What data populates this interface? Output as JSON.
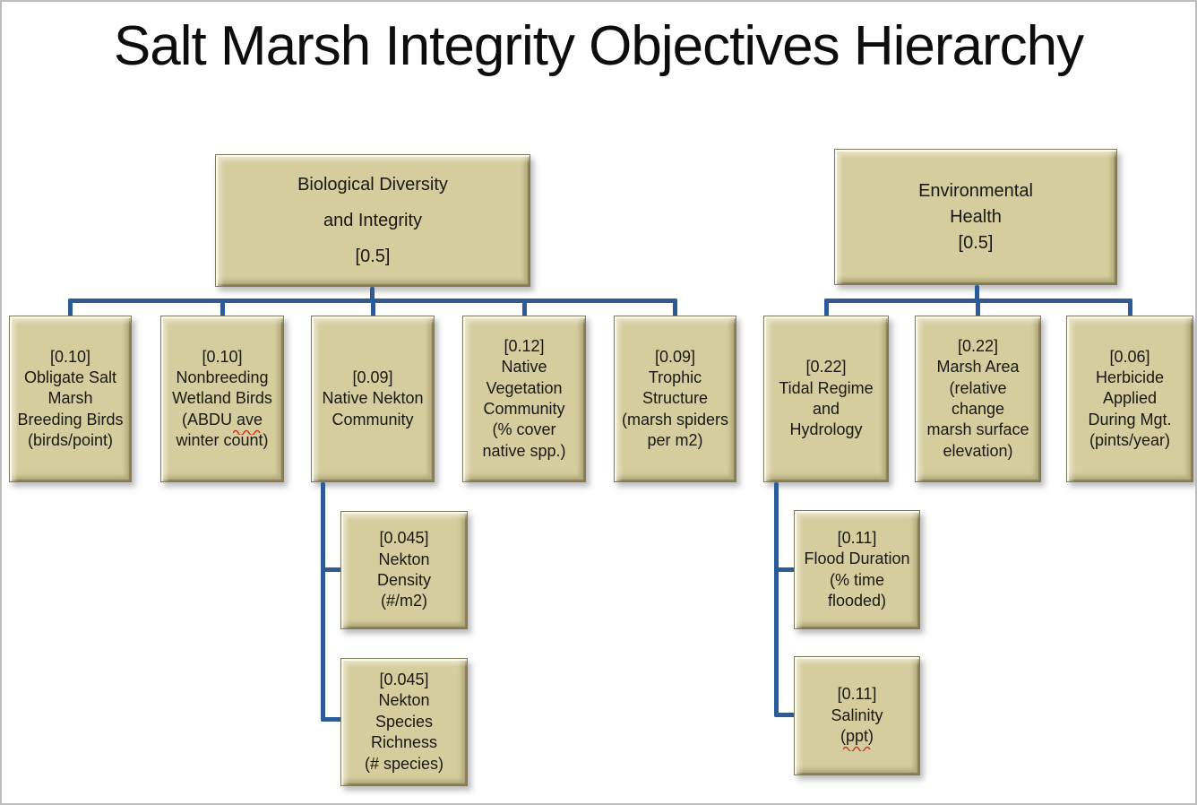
{
  "title": "Salt Marsh Integrity Objectives Hierarchy",
  "colors": {
    "box_fill": "#d5cd9e",
    "box_bevel_light": "#efe9cb",
    "box_bevel_dark": "#908862",
    "box_border": "#7e7958",
    "connector_blue": "#2e5b97",
    "text": "#181810",
    "frame_border": "#bdbdbd",
    "spellcheck_red": "#cc3322"
  },
  "nodes": {
    "biological_diversity": {
      "text": "Biological Diversity\nand Integrity\n[0.5]"
    },
    "environmental_health": {
      "text": "Environmental\nHealth\n[0.5]"
    },
    "obligate_breeding_birds": {
      "text": "[0.10]\nObligate Salt\nMarsh\nBreeding Birds\n(birds/point)"
    },
    "nonbreeding_wetland_birds": {
      "text": "[0.10]\nNonbreeding\nWetland Birds\n(ABDU ave\nwinter count)"
    },
    "native_nekton_community": {
      "text": "[0.09]\nNative Nekton\nCommunity"
    },
    "native_vegetation_community": {
      "text": "[0.12]\nNative\nVegetation\nCommunity\n(% cover\nnative spp.)"
    },
    "trophic_structure": {
      "text": "[0.09]\nTrophic\nStructure\n(marsh spiders\nper m2)"
    },
    "tidal_regime_hydrology": {
      "text": "[0.22]\nTidal Regime\nand\nHydrology"
    },
    "marsh_area": {
      "text": "[0.22]\nMarsh Area\n(relative\nchange\nmarsh surface\nelevation)"
    },
    "herbicide_applied": {
      "text": "[0.06]\nHerbicide\nApplied\nDuring Mgt.\n(pints/year)"
    },
    "nekton_density": {
      "text": "[0.045]\nNekton\nDensity\n(#/m2)"
    },
    "nekton_species_richness": {
      "text": "[0.045]\nNekton\nSpecies\nRichness\n(# species)"
    },
    "flood_duration": {
      "text": "[0.11]\nFlood Duration\n(% time\nflooded)"
    },
    "salinity": {
      "text": "[0.11]\nSalinity\n(ppt)"
    }
  }
}
